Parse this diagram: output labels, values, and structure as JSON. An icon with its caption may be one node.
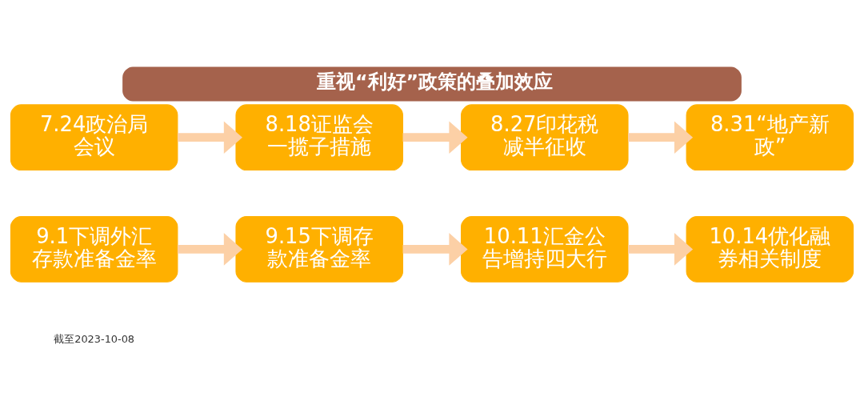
{
  "diagram": {
    "title": "重视“利好”政策的叠加效应",
    "nodes": [
      {
        "text": [
          "7.24政治局会议"
        ]
      },
      {
        "text": [
          "8.18证监会一揽子措施"
        ]
      },
      {
        "text": [
          "8.27印花税减半征收"
        ]
      },
      {
        "text": [
          "8.31“地产新政”"
        ]
      },
      {
        "text": [
          "9.1下调外汇存款准备金率"
        ]
      },
      {
        "text": [
          "9.15下调存款准备金率"
        ]
      },
      {
        "text": [
          "10.11汇金公告增持四大行"
        ]
      },
      {
        "text": [
          "10.14优化融券相关制度"
        ]
      }
    ],
    "edges": [
      {
        "from": 0,
        "to": 1,
        "arrow": "to"
      },
      {
        "from": 1,
        "to": 2,
        "arrow": "to"
      },
      {
        "from": 2,
        "to": 3,
        "arrow": "to"
      },
      {
        "from": 4,
        "to": 5,
        "arrow": "to"
      },
      {
        "from": 5,
        "to": 6,
        "arrow": "to"
      },
      {
        "from": 6,
        "to": 7,
        "arrow": "to"
      }
    ],
    "labels": [
      "截至2023-10-08"
    ]
  }
}
